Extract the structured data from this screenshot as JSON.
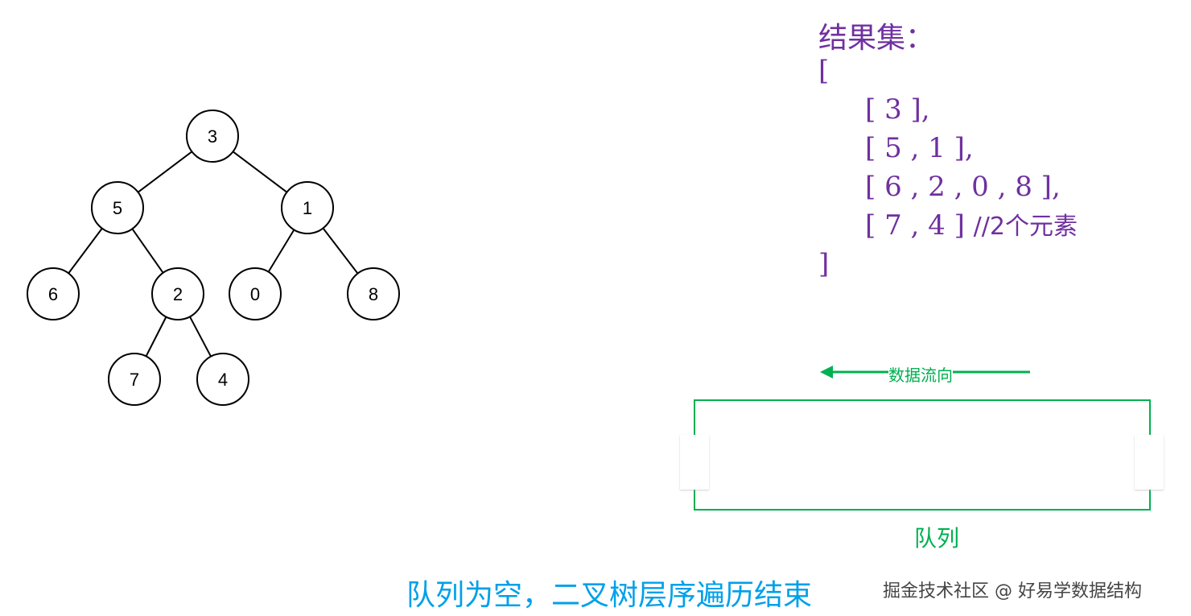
{
  "tree": {
    "nodes": [
      {
        "id": "n3",
        "label": "3"
      },
      {
        "id": "n5",
        "label": "5"
      },
      {
        "id": "n1",
        "label": "1"
      },
      {
        "id": "n6",
        "label": "6"
      },
      {
        "id": "n2",
        "label": "2"
      },
      {
        "id": "n0",
        "label": "0"
      },
      {
        "id": "n8",
        "label": "8"
      },
      {
        "id": "n7",
        "label": "7"
      },
      {
        "id": "n4",
        "label": "4"
      }
    ],
    "edges": [
      [
        "n3",
        "n5"
      ],
      [
        "n3",
        "n1"
      ],
      [
        "n5",
        "n6"
      ],
      [
        "n5",
        "n2"
      ],
      [
        "n1",
        "n0"
      ],
      [
        "n1",
        "n8"
      ],
      [
        "n2",
        "n7"
      ],
      [
        "n2",
        "n4"
      ]
    ]
  },
  "result": {
    "title": "结果集：",
    "open": "[",
    "rows": [
      {
        "text": "[ 3 ],",
        "comment": ""
      },
      {
        "text": "[ 5 , 1 ],",
        "comment": ""
      },
      {
        "text": "[ 6 , 2 , 0 , 8 ],",
        "comment": ""
      },
      {
        "text": "[ 7 , 4 ] ",
        "comment": "//2个元素"
      }
    ],
    "close": "]",
    "color": "#7030a0"
  },
  "queue": {
    "flow_label": "数据流向",
    "label": "队列",
    "color": "#00b050"
  },
  "status": {
    "text": "队列为空，二叉树层序遍历结束",
    "color": "#00a0e9"
  },
  "watermark": "掘金技术社区 @ 好易学数据结构"
}
